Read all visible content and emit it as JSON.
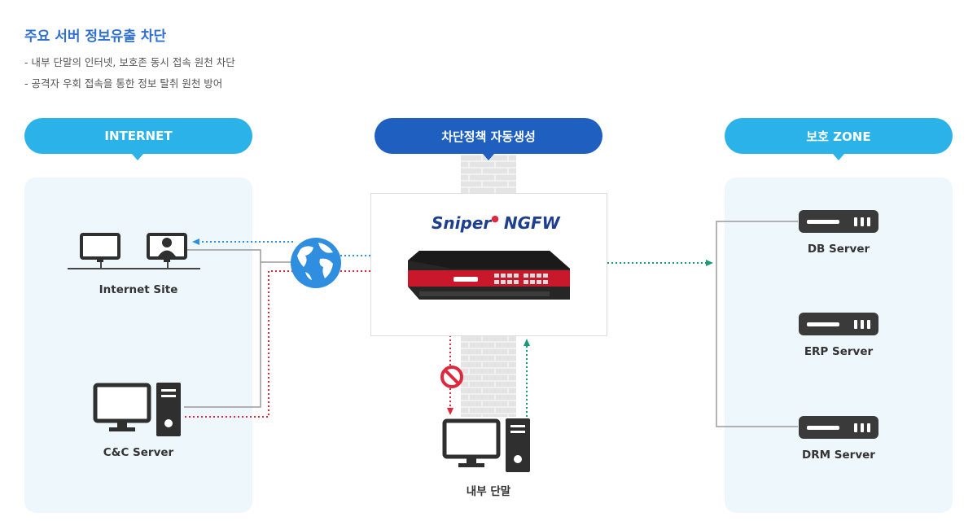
{
  "header": {
    "title": "주요 서버 정보유출 차단",
    "bullets": [
      "- 내부 단말의 인터넷, 보호존 동시 접속 원천 차단",
      "- 공격자 우회 접속을 통한 정보 탈취 원천 방어"
    ]
  },
  "zones": {
    "internet": {
      "label": "INTERNET"
    },
    "policy": {
      "label": "차단정책 자동생성"
    },
    "protect": {
      "label": "보호 ZONE"
    }
  },
  "nodes": {
    "internet_site": "Internet Site",
    "cc_server": "C&C Server",
    "internal_terminal": "내부 단말",
    "db_server": "DB Server",
    "erp_server": "ERP Server",
    "drm_server": "DRM Server"
  },
  "firewall": {
    "brand": "Sniper",
    "product": "NGFW"
  },
  "colors": {
    "accent_cyan": "#2bb2e8",
    "accent_blue": "#1f5fbf",
    "title_blue": "#2e6fd1",
    "allow_green": "#1a9a78",
    "block_red": "#e0283c",
    "internet_blue": "#2f8ee0"
  },
  "icons": [
    "monitor-icon",
    "hacker-monitor-icon",
    "globe-icon",
    "desktop-tower-icon",
    "server-icon",
    "brick-wall-icon",
    "block-icon",
    "firewall-appliance-icon"
  ]
}
